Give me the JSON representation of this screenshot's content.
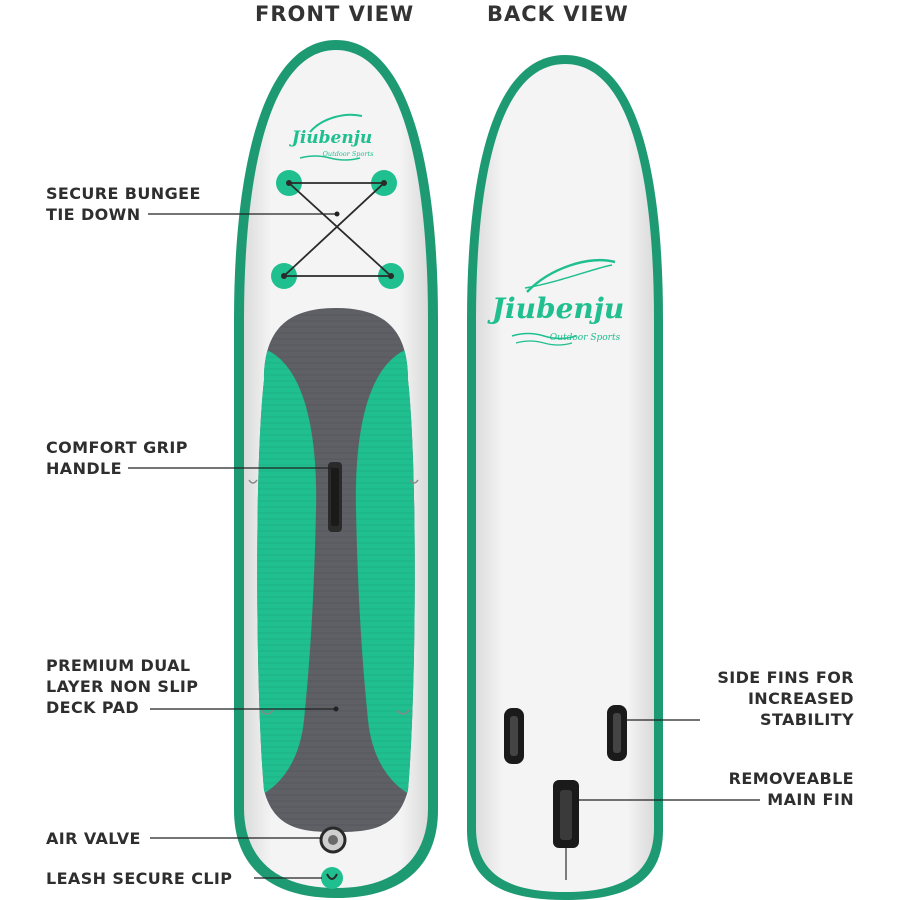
{
  "titles": {
    "front": "FRONT VIEW",
    "back": "BACK VIEW"
  },
  "brand": {
    "name": "Jiubenju",
    "tagline": "Outdoor Sports"
  },
  "labels": {
    "bungee": [
      "SECURE BUNGEE",
      "TIE DOWN"
    ],
    "handle": [
      "COMFORT GRIP",
      "HANDLE"
    ],
    "deck_pad": [
      "PREMIUM DUAL",
      "LAYER NON SLIP",
      "DECK PAD"
    ],
    "air_valve": [
      "AIR VALVE"
    ],
    "leash": [
      "LEASH SECURE CLIP"
    ],
    "side_fins": [
      "SIDE FINS FOR",
      "INCREASED",
      "STABILITY"
    ],
    "main_fin": [
      "REMOVEABLE",
      "MAIN FIN"
    ]
  },
  "colors": {
    "rail": "#1e9a73",
    "deck_green": "#1fbf8f",
    "deck_grey": "#5e6066",
    "board_white": "#f1f1f1",
    "text": "#2e2e2e",
    "fin": "#1a1a1a"
  }
}
